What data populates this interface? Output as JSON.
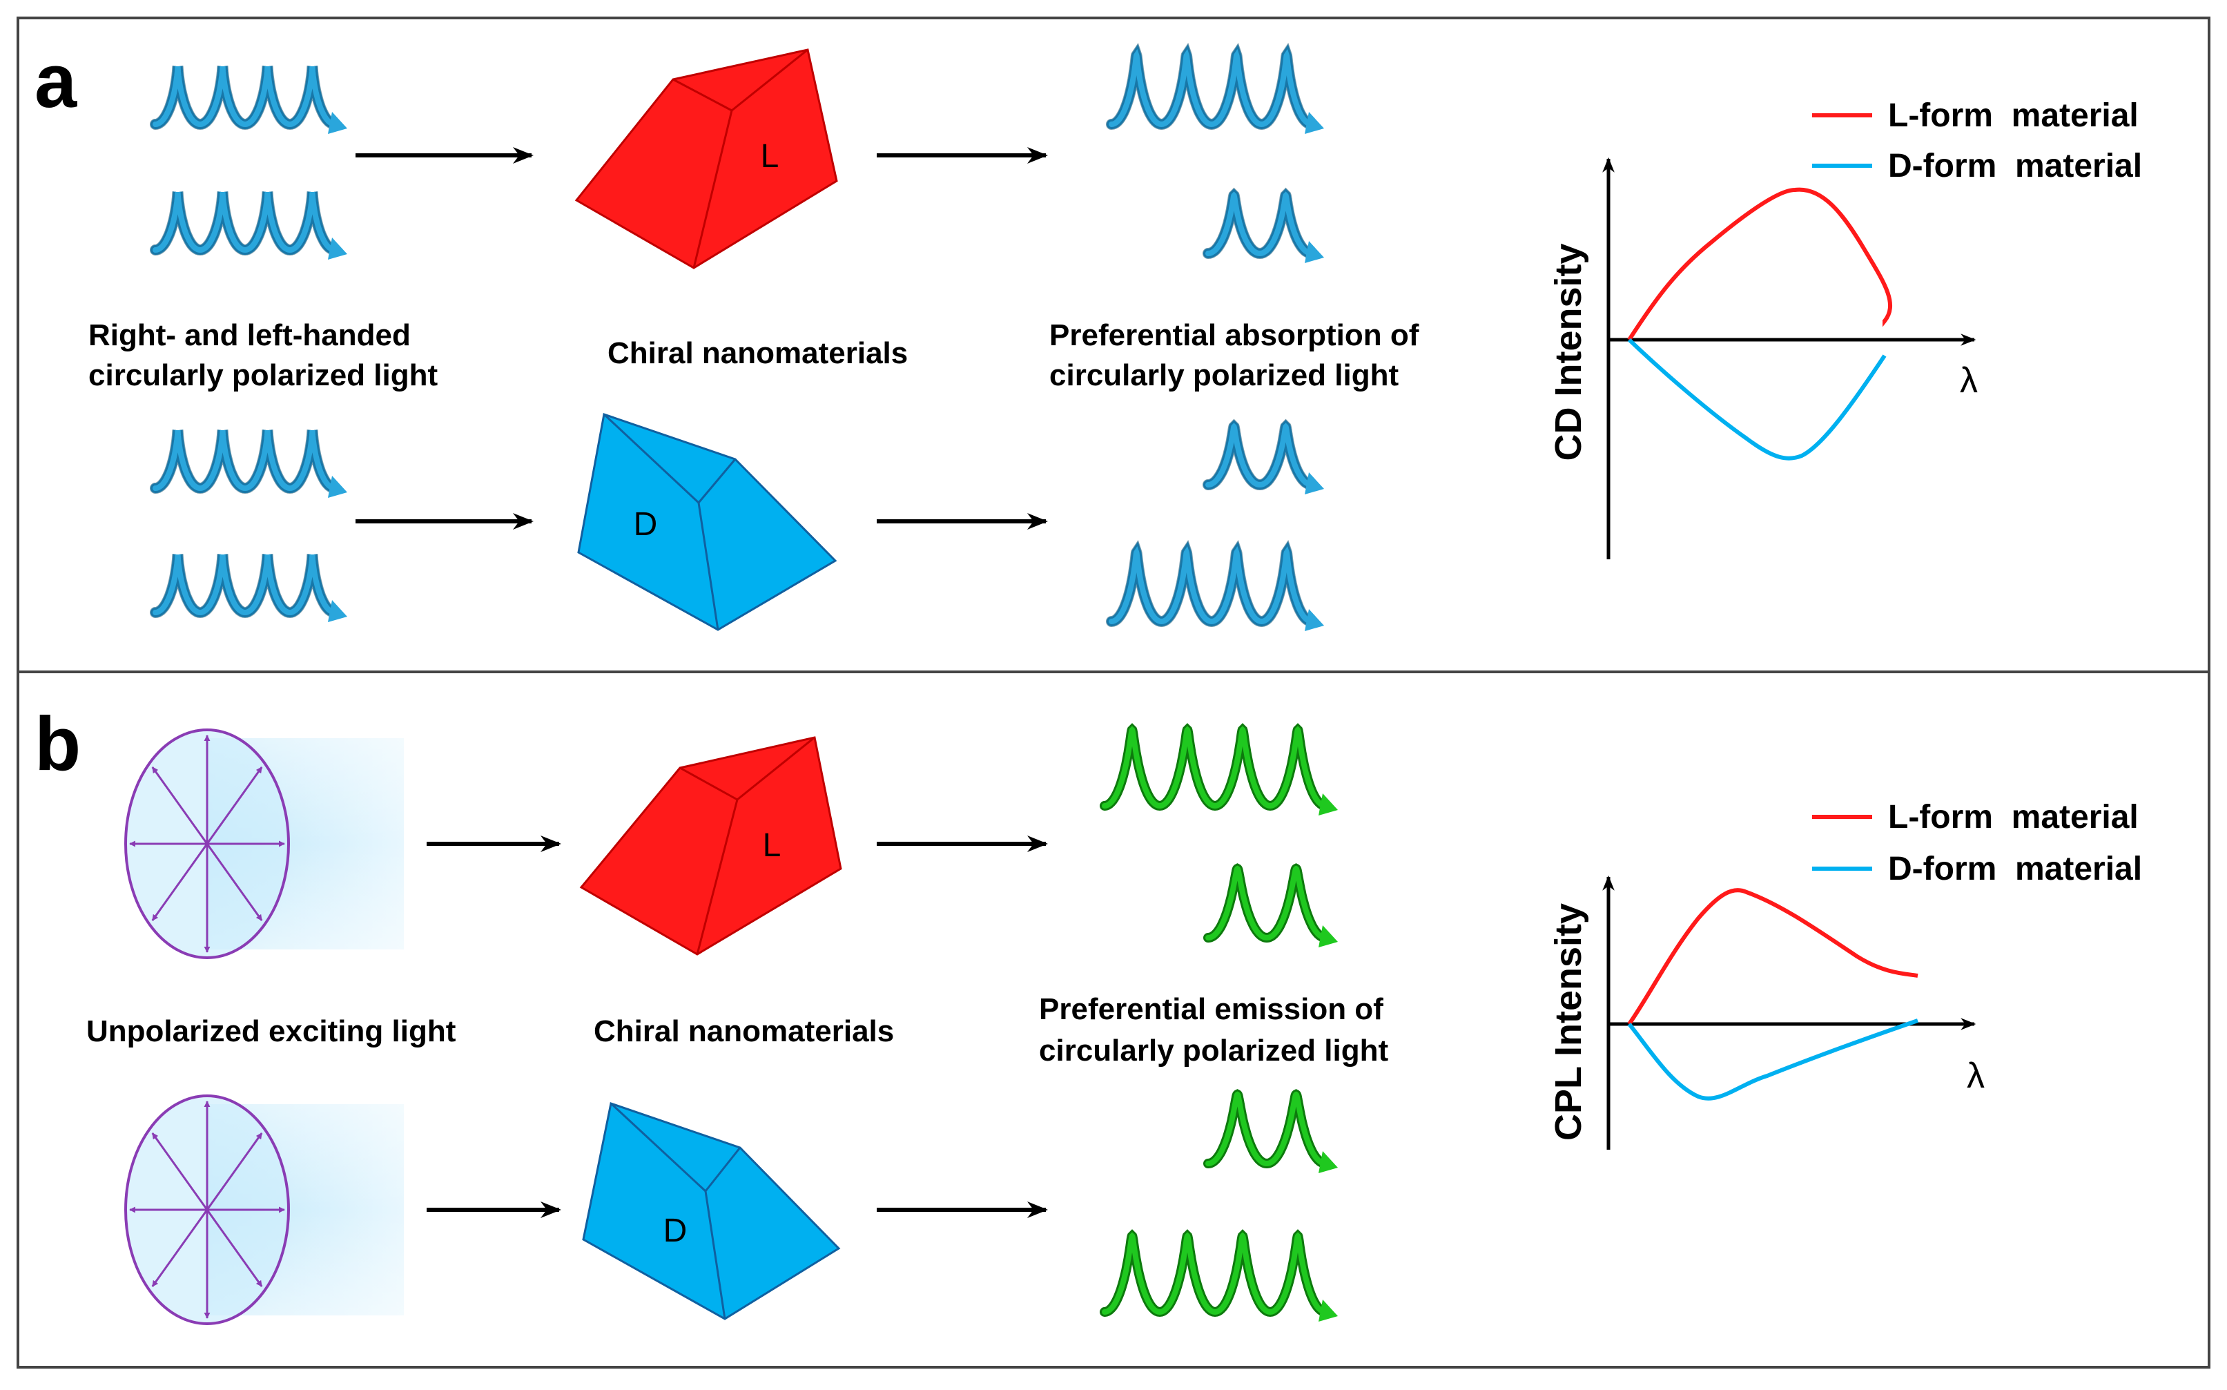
{
  "panel_a": {
    "letter": "a",
    "input_caption": [
      "Right- and left-handed",
      "circularly polarized light"
    ],
    "material_caption": "Chiral nanomaterials",
    "output_caption": [
      "Preferential absorption of",
      "circularly polarized light"
    ],
    "l_label": "L",
    "d_label": "D",
    "legend": [
      "L-form  material",
      "D-form  material"
    ],
    "y_axis_label": "CD Intensity",
    "x_axis_label": "λ"
  },
  "panel_b": {
    "letter": "b",
    "input_caption": "Unpolarized exciting light",
    "material_caption": "Chiral nanomaterials",
    "output_caption": [
      "Preferential emission of",
      "circularly polarized light"
    ],
    "l_label": "L",
    "d_label": "D",
    "legend": [
      "L-form  material",
      "D-form  material"
    ],
    "y_axis_label": "CPL Intensity",
    "x_axis_label": "λ"
  },
  "colors": {
    "l_form": "#ff1a1a",
    "d_form": "#00b0f0",
    "helix_blue": "#2aa6dc",
    "helix_green": "#1fc81f",
    "ellipse": "#8a3cb4"
  },
  "icons": [
    "helix-icon",
    "arrow-icon",
    "prism-icon",
    "ellipse-polarization-icon"
  ]
}
